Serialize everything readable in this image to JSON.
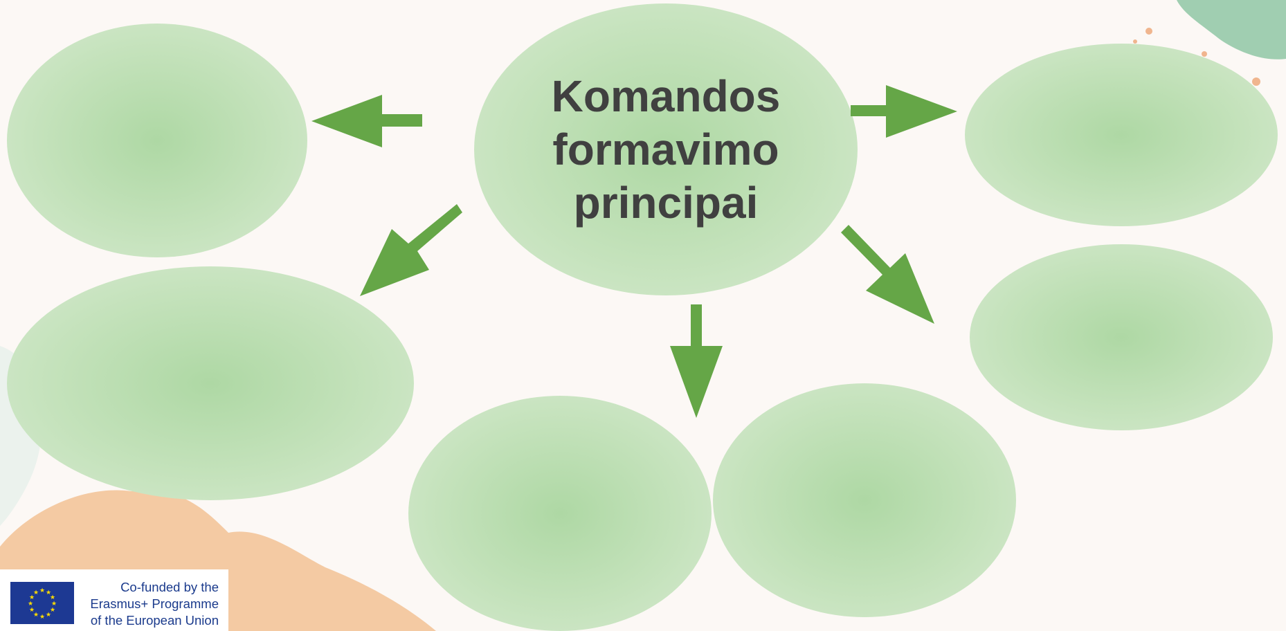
{
  "diagram": {
    "center_title": "Komandos\nformavimo\nprincipai",
    "colors": {
      "oval": "#c4e2bb",
      "arrow": "#65a647",
      "title_text": "#404040"
    }
  },
  "footer": {
    "eu_badge": {
      "lines": [
        "Co-funded by the",
        "Erasmus+ Programme",
        "of the European Union"
      ],
      "icon": "eu-flag-icon",
      "text_color": "#1a3a8c"
    }
  }
}
